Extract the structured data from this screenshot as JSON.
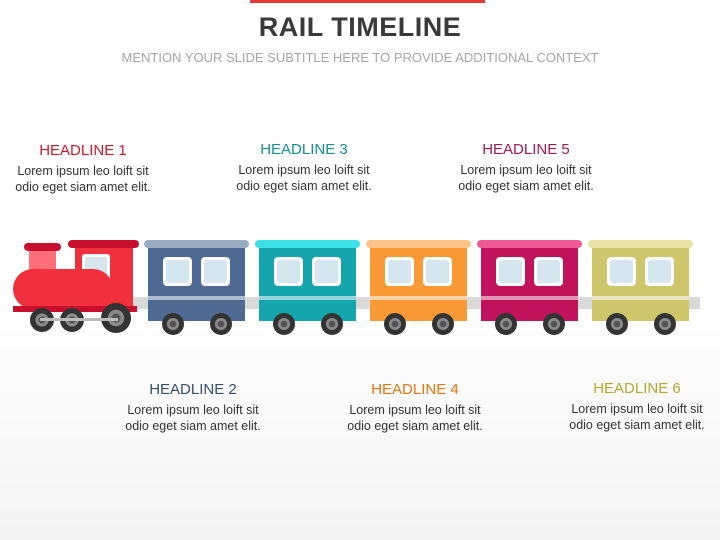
{
  "title": "RAIL TIMELINE",
  "subtitle": "MENTION YOUR SLIDE SUBTITLE HERE TO PROVIDE ADDITIONAL CONTEXT",
  "colors": {
    "accent": "#e53935",
    "engine": "#f0303c",
    "rail": "#d9d9d9",
    "wheel": "#333333",
    "window": "#d6e6ef"
  },
  "items": [
    {
      "headline": "HEADLINE 1",
      "text_line1": "Lorem ipsum leo loift sit",
      "text_line2": "odio eget siam amet elit.",
      "color": "#d4162a"
    },
    {
      "headline": "HEADLINE 2",
      "text_line1": "Lorem ipsum leo loift sit",
      "text_line2": "odio eget siam amet elit.",
      "color": "#35506e"
    },
    {
      "headline": "HEADLINE 3",
      "text_line1": "Lorem ipsum leo loift sit",
      "text_line2": "odio eget siam amet elit.",
      "color": "#138f95"
    },
    {
      "headline": "HEADLINE 4",
      "text_line1": "Lorem ipsum leo loift sit",
      "text_line2": "odio eget siam amet elit.",
      "color": "#e8740c"
    },
    {
      "headline": "HEADLINE 5",
      "text_line1": "Lorem ipsum leo loift sit",
      "text_line2": "odio eget siam amet elit.",
      "color": "#a81852"
    },
    {
      "headline": "HEADLINE 6",
      "text_line1": "Lorem ipsum leo loift sit",
      "text_line2": "odio eget siam amet elit.",
      "color": "#b5a82a"
    }
  ],
  "wagons": [
    {
      "body": "#4e6a92",
      "roof": "#9aacbf"
    },
    {
      "body": "#14a6ac",
      "roof": "#3ee0e8"
    },
    {
      "body": "#f99a37",
      "roof": "#ffc48a"
    },
    {
      "body": "#c0135b",
      "roof": "#f05a96"
    },
    {
      "body": "#cec66a",
      "roof": "#e8e2a4"
    }
  ]
}
